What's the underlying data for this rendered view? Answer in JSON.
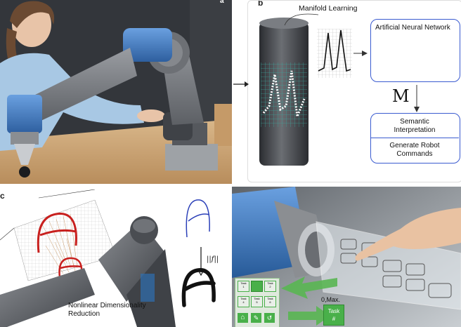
{
  "panel_b": {
    "manifold_label": "Manifold Learning",
    "ann_label": "Artificial Neural Network",
    "m_label": "M",
    "semantic_label": "Semantic\nInterpretation",
    "commands_label": "Generate Robot\nCommands"
  },
  "panel_c": {
    "reduction_label": "Nonlinear Dimensionality\nReduction",
    "norm_label": "||f||"
  },
  "panel_d": {
    "max_label": "0,Max.",
    "task_button": "Task\n#",
    "keys": [
      "Task\n1",
      "",
      "Task\n2",
      "Task\n4",
      "Task\n5",
      "Task\n6"
    ]
  },
  "colors": {
    "accent_blue": "#3a5bd0",
    "glyph_red": "#c8201e",
    "grid_teal": "#3aa39a",
    "key_green": "#49b04a",
    "arrow_green": "#59b652"
  }
}
